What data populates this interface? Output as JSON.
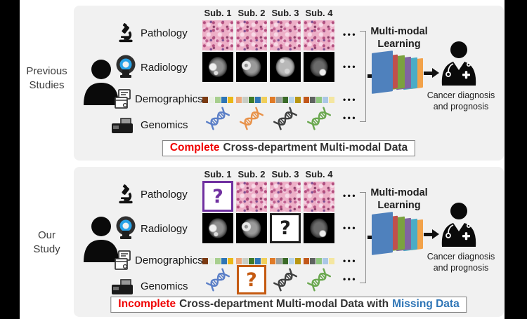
{
  "side_labels": {
    "previous": [
      "Previous",
      "Studies"
    ],
    "our": [
      "Our",
      "Study"
    ]
  },
  "subjects": [
    "Sub. 1",
    "Sub. 2",
    "Sub. 3",
    "Sub. 4"
  ],
  "rows": {
    "pathology": "Pathology",
    "radiology": "Radiology",
    "demographics": "Demographics",
    "genomics": "Genomics"
  },
  "ellipsis": "•••",
  "learning": {
    "title": [
      "Multi-modal",
      "Learning"
    ],
    "layer_colors": [
      "#4f81bd",
      "#c0504d",
      "#7ba23f",
      "#8064a2",
      "#4bacc6",
      "#f2a24a"
    ]
  },
  "outcome": {
    "lines": [
      "Cancer diagnosis",
      "and prognosis"
    ]
  },
  "genomics": {
    "dna_colors": [
      "#5b7fc7",
      "#e8924a",
      "#3f4040",
      "#6aa84f"
    ]
  },
  "demographics": {
    "strips": [
      [
        "#7b3a12",
        "#e9efe4",
        "#a8cf8e",
        "#2e75b6",
        "#eab818"
      ],
      [
        "#eda97c",
        "#c9cdc4",
        "#3f7a28",
        "#2e75b6",
        "#f0cf5a"
      ],
      [
        "#e07b28",
        "#9aa0a0",
        "#3a6a28",
        "#b8d4ea",
        "#b89612"
      ],
      [
        "#c2571a",
        "#5f6360",
        "#8fc77e",
        "#aac7e6",
        "#f4e6a0"
      ]
    ]
  },
  "captions": {
    "complete": {
      "highlight": "Complete",
      "rest": "Cross-department Multi-modal Data",
      "highlight_color": "#f00000"
    },
    "incomplete": {
      "highlight": "Incomplete",
      "mid": "Cross-department Multi-modal Data with",
      "tail": "Missing Data",
      "highlight_color": "#f00000",
      "tail_color": "#2e75b6"
    }
  },
  "missing": {
    "pathology": {
      "glyph": "?",
      "color": "#7030a0"
    },
    "radiology": {
      "glyph": "?",
      "color": "#1f1f1f"
    },
    "genomics": {
      "glyph": "?",
      "color": "#c55a11"
    }
  },
  "icons": {
    "pathology": "microscope-icon",
    "radiology": "mri-scanner-icon",
    "demographics": "documents-icon",
    "genomics": "sequencer-icon",
    "subject_source": "person-icon",
    "clinician": "doctor-icon",
    "genomic_sample": "dna-icon",
    "missing": "question-mark"
  },
  "colors": {
    "panel_bg": "#f1f1f1"
  }
}
